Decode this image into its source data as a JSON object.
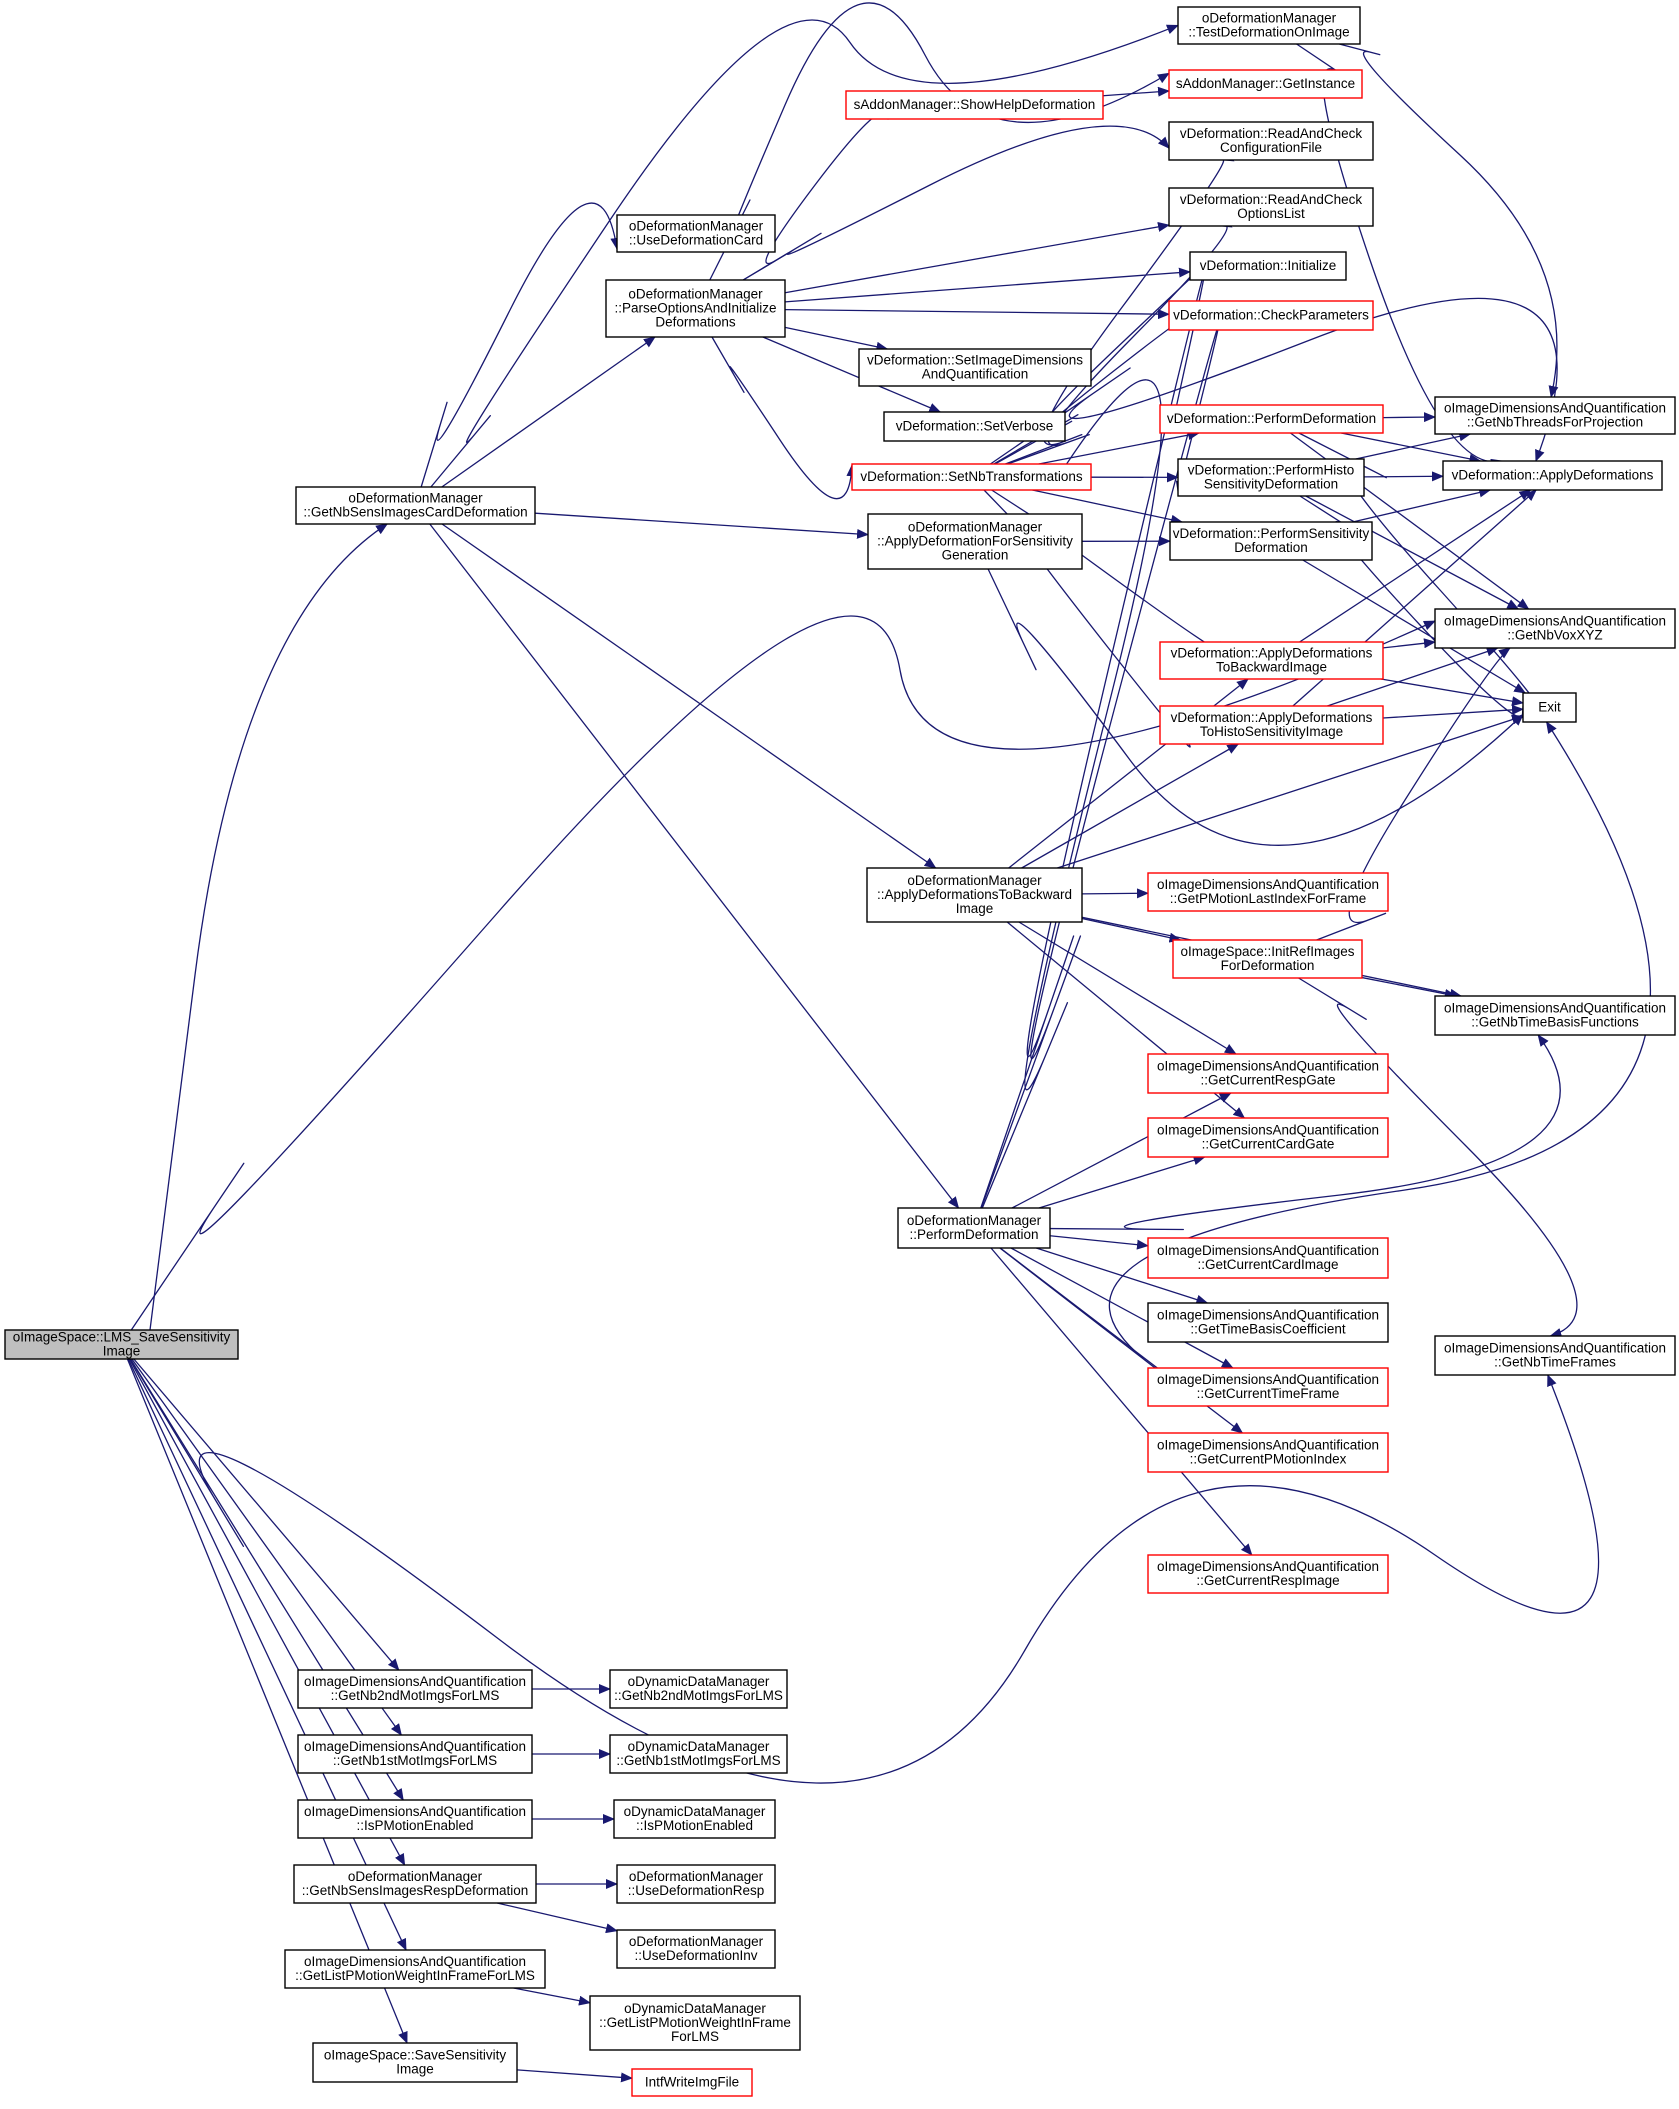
{
  "colors": {
    "edge": "#191970",
    "node_border": "#000000",
    "node_border_truncated": "#ff0000",
    "root_fill": "#bfbfbf",
    "background": "#ffffff"
  },
  "nodes": [
    {
      "id": "root",
      "lines": [
        "oImageSpace::LMS_SaveSensitivity",
        "Image"
      ],
      "border": "black",
      "root": true
    },
    {
      "id": "getNbSensCard",
      "lines": [
        "oDeformationManager",
        "::GetNbSensImagesCardDeformation"
      ],
      "border": "black"
    },
    {
      "id": "useDefCard",
      "lines": [
        "oDeformationManager",
        "::UseDeformationCard"
      ],
      "border": "black"
    },
    {
      "id": "parseOpts",
      "lines": [
        "oDeformationManager",
        "::ParseOptionsAndInitialize",
        "Deformations"
      ],
      "border": "black"
    },
    {
      "id": "showHelp",
      "lines": [
        "sAddonManager::ShowHelpDeformation"
      ],
      "border": "red"
    },
    {
      "id": "getInstance",
      "lines": [
        "sAddonManager::GetInstance"
      ],
      "border": "red"
    },
    {
      "id": "testDefOnImage",
      "lines": [
        "oDeformationManager",
        "::TestDeformationOnImage"
      ],
      "border": "black"
    },
    {
      "id": "readCheckConfig",
      "lines": [
        "vDeformation::ReadAndCheck",
        "ConfigurationFile"
      ],
      "border": "black"
    },
    {
      "id": "readCheckOpts",
      "lines": [
        "vDeformation::ReadAndCheck",
        "OptionsList"
      ],
      "border": "black"
    },
    {
      "id": "initialize",
      "lines": [
        "vDeformation::Initialize"
      ],
      "border": "black"
    },
    {
      "id": "checkParams",
      "lines": [
        "vDeformation::CheckParameters"
      ],
      "border": "red"
    },
    {
      "id": "setImgDims",
      "lines": [
        "vDeformation::SetImageDimensions",
        "AndQuantification"
      ],
      "border": "black"
    },
    {
      "id": "setVerbose",
      "lines": [
        "vDeformation::SetVerbose"
      ],
      "border": "black"
    },
    {
      "id": "setNbTrans",
      "lines": [
        "vDeformation::SetNbTransformations"
      ],
      "border": "red"
    },
    {
      "id": "performDefV",
      "lines": [
        "vDeformation::PerformDeformation"
      ],
      "border": "red"
    },
    {
      "id": "perfHisto",
      "lines": [
        "vDeformation::PerformHisto",
        "SensitivityDeformation"
      ],
      "border": "black"
    },
    {
      "id": "perfSens",
      "lines": [
        "vDeformation::PerformSensitivity",
        "Deformation"
      ],
      "border": "black"
    },
    {
      "id": "applyDefSensGen",
      "lines": [
        "oDeformationManager",
        "::ApplyDeformationForSensitivity",
        "Generation"
      ],
      "border": "black"
    },
    {
      "id": "applyToBwdV",
      "lines": [
        "vDeformation::ApplyDeformations",
        "ToBackwardImage"
      ],
      "border": "red"
    },
    {
      "id": "applyToHistoV",
      "lines": [
        "vDeformation::ApplyDeformations",
        "ToHistoSensitivityImage"
      ],
      "border": "red"
    },
    {
      "id": "getNbThreads",
      "lines": [
        "oImageDimensionsAndQuantification",
        "::GetNbThreadsForProjection"
      ],
      "border": "black"
    },
    {
      "id": "applyDefs",
      "lines": [
        "vDeformation::ApplyDeformations"
      ],
      "border": "black"
    },
    {
      "id": "getNbVox",
      "lines": [
        "oImageDimensionsAndQuantification",
        "::GetNbVoxXYZ"
      ],
      "border": "black"
    },
    {
      "id": "exit",
      "lines": [
        "Exit"
      ],
      "border": "black"
    },
    {
      "id": "applyToBwdM",
      "lines": [
        "oDeformationManager",
        "::ApplyDeformationsToBackward",
        "Image"
      ],
      "border": "black"
    },
    {
      "id": "getPMotionLast",
      "lines": [
        "oImageDimensionsAndQuantification",
        "::GetPMotionLastIndexForFrame"
      ],
      "border": "red"
    },
    {
      "id": "initRefImgs",
      "lines": [
        "oImageSpace::InitRefImages",
        "ForDeformation"
      ],
      "border": "red"
    },
    {
      "id": "getNbTimeBasis",
      "lines": [
        "oImageDimensionsAndQuantification",
        "::GetNbTimeBasisFunctions"
      ],
      "border": "black"
    },
    {
      "id": "getCurRespGate",
      "lines": [
        "oImageDimensionsAndQuantification",
        "::GetCurrentRespGate"
      ],
      "border": "red"
    },
    {
      "id": "getCurCardGate",
      "lines": [
        "oImageDimensionsAndQuantification",
        "::GetCurrentCardGate"
      ],
      "border": "red"
    },
    {
      "id": "performDefM",
      "lines": [
        "oDeformationManager",
        "::PerformDeformation"
      ],
      "border": "black"
    },
    {
      "id": "getCurCardImg",
      "lines": [
        "oImageDimensionsAndQuantification",
        "::GetCurrentCardImage"
      ],
      "border": "red"
    },
    {
      "id": "getTimeBasisCoef",
      "lines": [
        "oImageDimensionsAndQuantification",
        "::GetTimeBasisCoefficient"
      ],
      "border": "black"
    },
    {
      "id": "getCurTimeFrame",
      "lines": [
        "oImageDimensionsAndQuantification",
        "::GetCurrentTimeFrame"
      ],
      "border": "red"
    },
    {
      "id": "getCurPMotion",
      "lines": [
        "oImageDimensionsAndQuantification",
        "::GetCurrentPMotionIndex"
      ],
      "border": "red"
    },
    {
      "id": "getNbTimeFrames",
      "lines": [
        "oImageDimensionsAndQuantification",
        "::GetNbTimeFrames"
      ],
      "border": "black"
    },
    {
      "id": "getCurRespImg",
      "lines": [
        "oImageDimensionsAndQuantification",
        "::GetCurrentRespImage"
      ],
      "border": "red"
    },
    {
      "id": "getNb2ndLMS",
      "lines": [
        "oImageDimensionsAndQuantification",
        "::GetNb2ndMotImgsForLMS"
      ],
      "border": "black"
    },
    {
      "id": "dyn2ndLMS",
      "lines": [
        "oDynamicDataManager",
        "::GetNb2ndMotImgsForLMS"
      ],
      "border": "black"
    },
    {
      "id": "getNb1stLMS",
      "lines": [
        "oImageDimensionsAndQuantification",
        "::GetNb1stMotImgsForLMS"
      ],
      "border": "black"
    },
    {
      "id": "dyn1stLMS",
      "lines": [
        "oDynamicDataManager",
        "::GetNb1stMotImgsForLMS"
      ],
      "border": "black"
    },
    {
      "id": "isPMotion",
      "lines": [
        "oImageDimensionsAndQuantification",
        "::IsPMotionEnabled"
      ],
      "border": "black"
    },
    {
      "id": "dynIsPMotion",
      "lines": [
        "oDynamicDataManager",
        "::IsPMotionEnabled"
      ],
      "border": "black"
    },
    {
      "id": "getNbSensResp",
      "lines": [
        "oDeformationManager",
        "::GetNbSensImagesRespDeformation"
      ],
      "border": "black"
    },
    {
      "id": "useDefResp",
      "lines": [
        "oDeformationManager",
        "::UseDeformationResp"
      ],
      "border": "black"
    },
    {
      "id": "useDefInv",
      "lines": [
        "oDeformationManager",
        "::UseDeformationInv"
      ],
      "border": "black"
    },
    {
      "id": "getListPMotion",
      "lines": [
        "oImageDimensionsAndQuantification",
        "::GetListPMotionWeightInFrameForLMS"
      ],
      "border": "black"
    },
    {
      "id": "dynListPMotion",
      "lines": [
        "oDynamicDataManager",
        "::GetListPMotionWeightInFrame",
        "ForLMS"
      ],
      "border": "black"
    },
    {
      "id": "saveSens",
      "lines": [
        "oImageSpace::SaveSensitivity",
        "Image"
      ],
      "border": "black"
    },
    {
      "id": "intfWrite",
      "lines": [
        "IntfWriteImgFile"
      ],
      "border": "red"
    }
  ]
}
